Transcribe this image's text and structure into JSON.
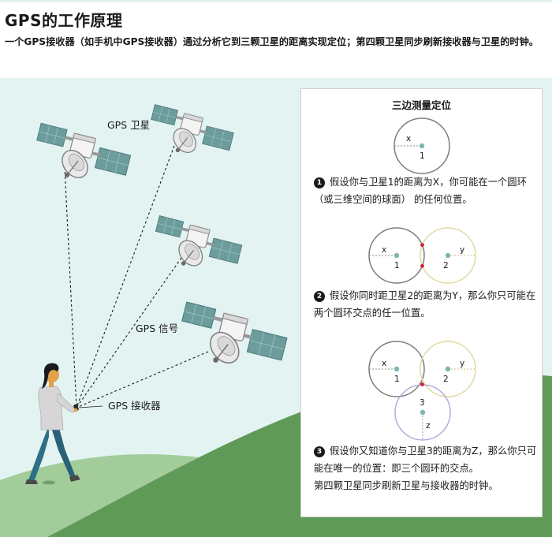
{
  "header": {
    "title": "GPS的工作原理",
    "subtitle": "一个GPS接收器（如手机中GPS接收器）通过分析它到三颗卫星的距离实现定位；第四颗卫星同步刷新接收器与卫星的时钟。"
  },
  "scene": {
    "satellites_label": "GPS 卫星",
    "signal_label": "GPS 信号",
    "receiver_label": "GPS 接收器"
  },
  "trilateration": {
    "title": "三边测量定位",
    "steps": [
      {
        "number": "1",
        "text": "假设你与卫星1的距离为X，你可能在一个圆环（或三维空间的球面） 的任何位置。"
      },
      {
        "number": "2",
        "text": "假设你同时距卫星2的距离为Y，那么你只可能在两个圆环交点的任一位置。"
      },
      {
        "number": "3",
        "text": "假设你又知道你与卫星3的距离为Z，那么你只可能在唯一的位置：即三个圆环的交点。",
        "note": "第四颗卫星同步刷新卫星与接收器的时钟。"
      }
    ],
    "labels": {
      "x": "x",
      "y": "y",
      "z": "z",
      "one": "1",
      "two": "2",
      "three": "3"
    }
  },
  "colors": {
    "sky": "#e3f3f2",
    "hill_far": "#a2cd9b",
    "hill_near": "#5f9a59",
    "circle_1": "#7c7c7c",
    "circle_2": "#e2d9a2",
    "circle_3": "#b3acd9",
    "center_dot": "#7fb4b2",
    "intersection": "#d4202c",
    "panel_solar": "#6d9c9c"
  }
}
